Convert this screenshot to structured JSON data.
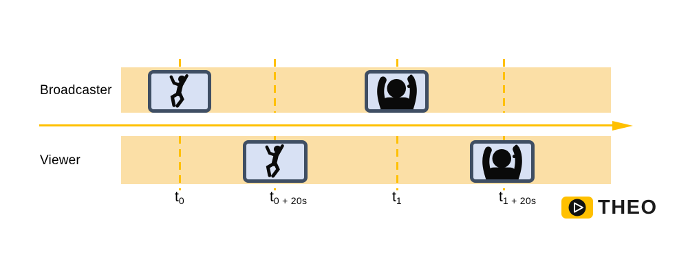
{
  "diagram": {
    "rows": [
      {
        "label": "Broadcaster"
      },
      {
        "label": "Viewer"
      }
    ],
    "ticks": [
      {
        "main": "t",
        "sub": "0"
      },
      {
        "main": "t",
        "sub": "0 + 20s"
      },
      {
        "main": "t",
        "sub": "1"
      },
      {
        "main": "t",
        "sub": "1 + 20s"
      }
    ],
    "events": [
      {
        "row": "Broadcaster",
        "time": "t0",
        "icon": "dancing-person"
      },
      {
        "row": "Broadcaster",
        "time": "t1",
        "icon": "cheering-person"
      },
      {
        "row": "Viewer",
        "time": "t0 + 20s",
        "icon": "dancing-person"
      },
      {
        "row": "Viewer",
        "time": "t1 + 20s",
        "icon": "cheering-person"
      }
    ],
    "colors": {
      "band": "#FBDFA6",
      "accent": "#FFC000",
      "screen_fill": "#D8E1F4",
      "screen_border": "#3F4E63",
      "figure": "#0A0A0A"
    }
  },
  "logo": {
    "text": "THEO",
    "icon": "theo-play-icon"
  }
}
